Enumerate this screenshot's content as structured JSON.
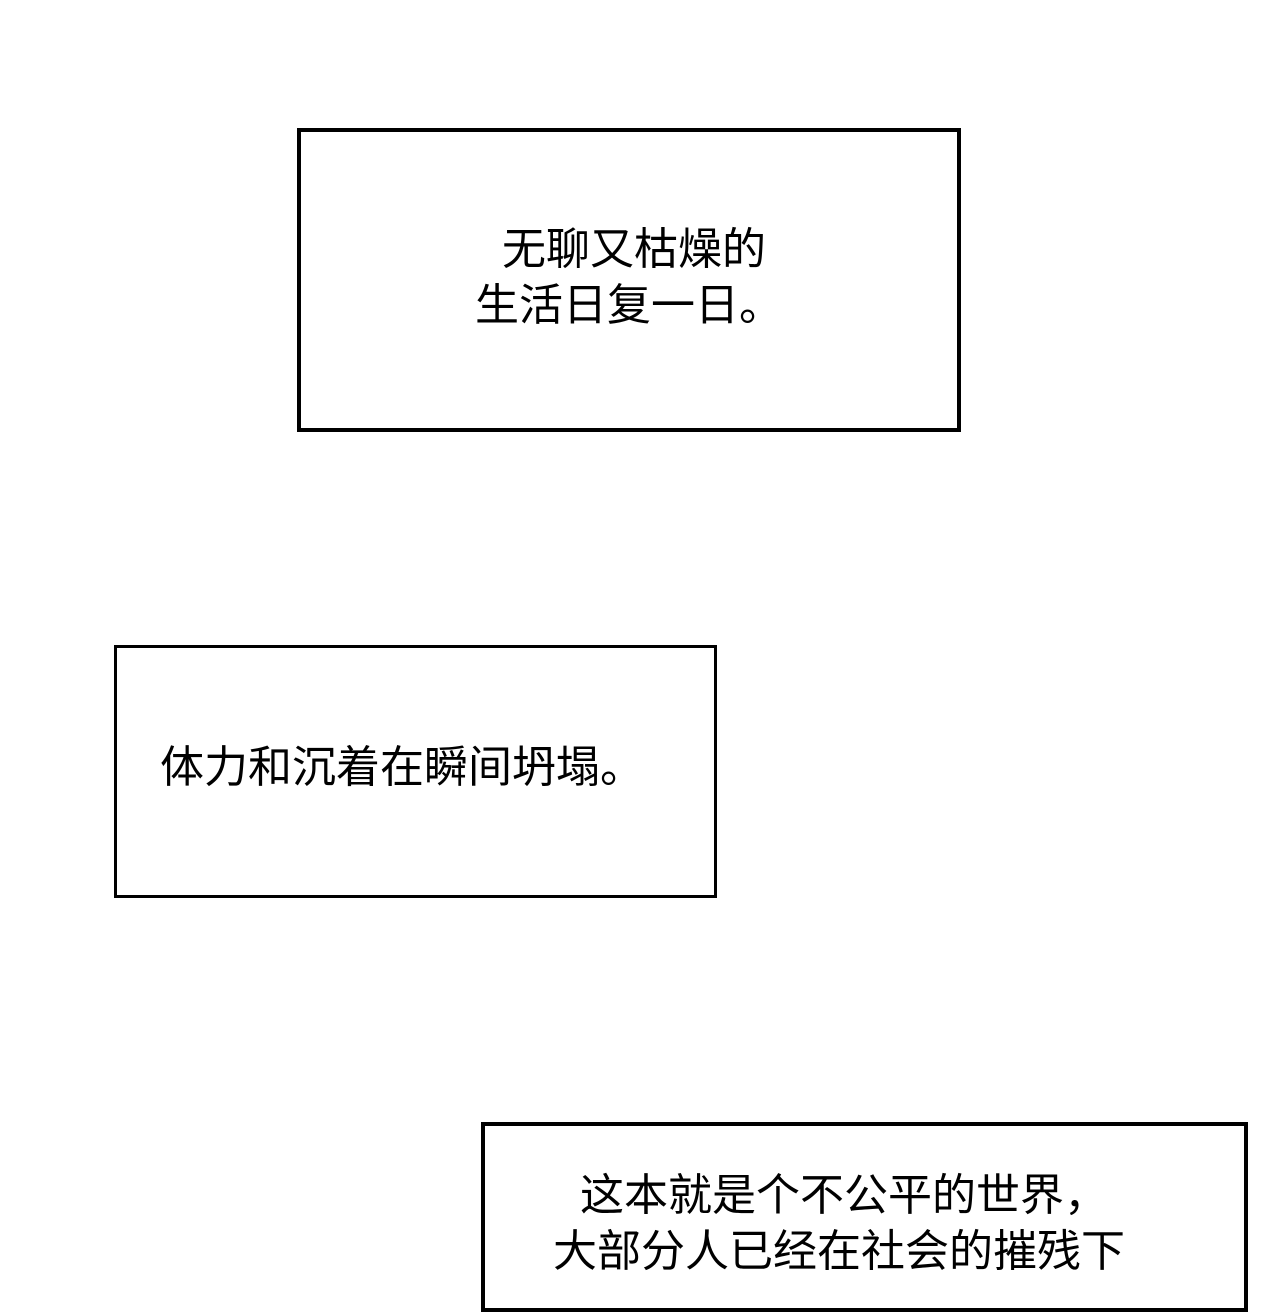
{
  "panels": [
    {
      "lines": [
        "无聊又枯燥的",
        "生活日复一日。"
      ]
    },
    {
      "lines": [
        "体力和沉着在瞬间坍塌。"
      ]
    },
    {
      "lines": [
        "这本就是个不公平的世界，",
        "大部分人已经在社会的摧残下"
      ]
    }
  ],
  "colors": {
    "background": "#ffffff",
    "border": "#000000",
    "text": "#000000"
  }
}
